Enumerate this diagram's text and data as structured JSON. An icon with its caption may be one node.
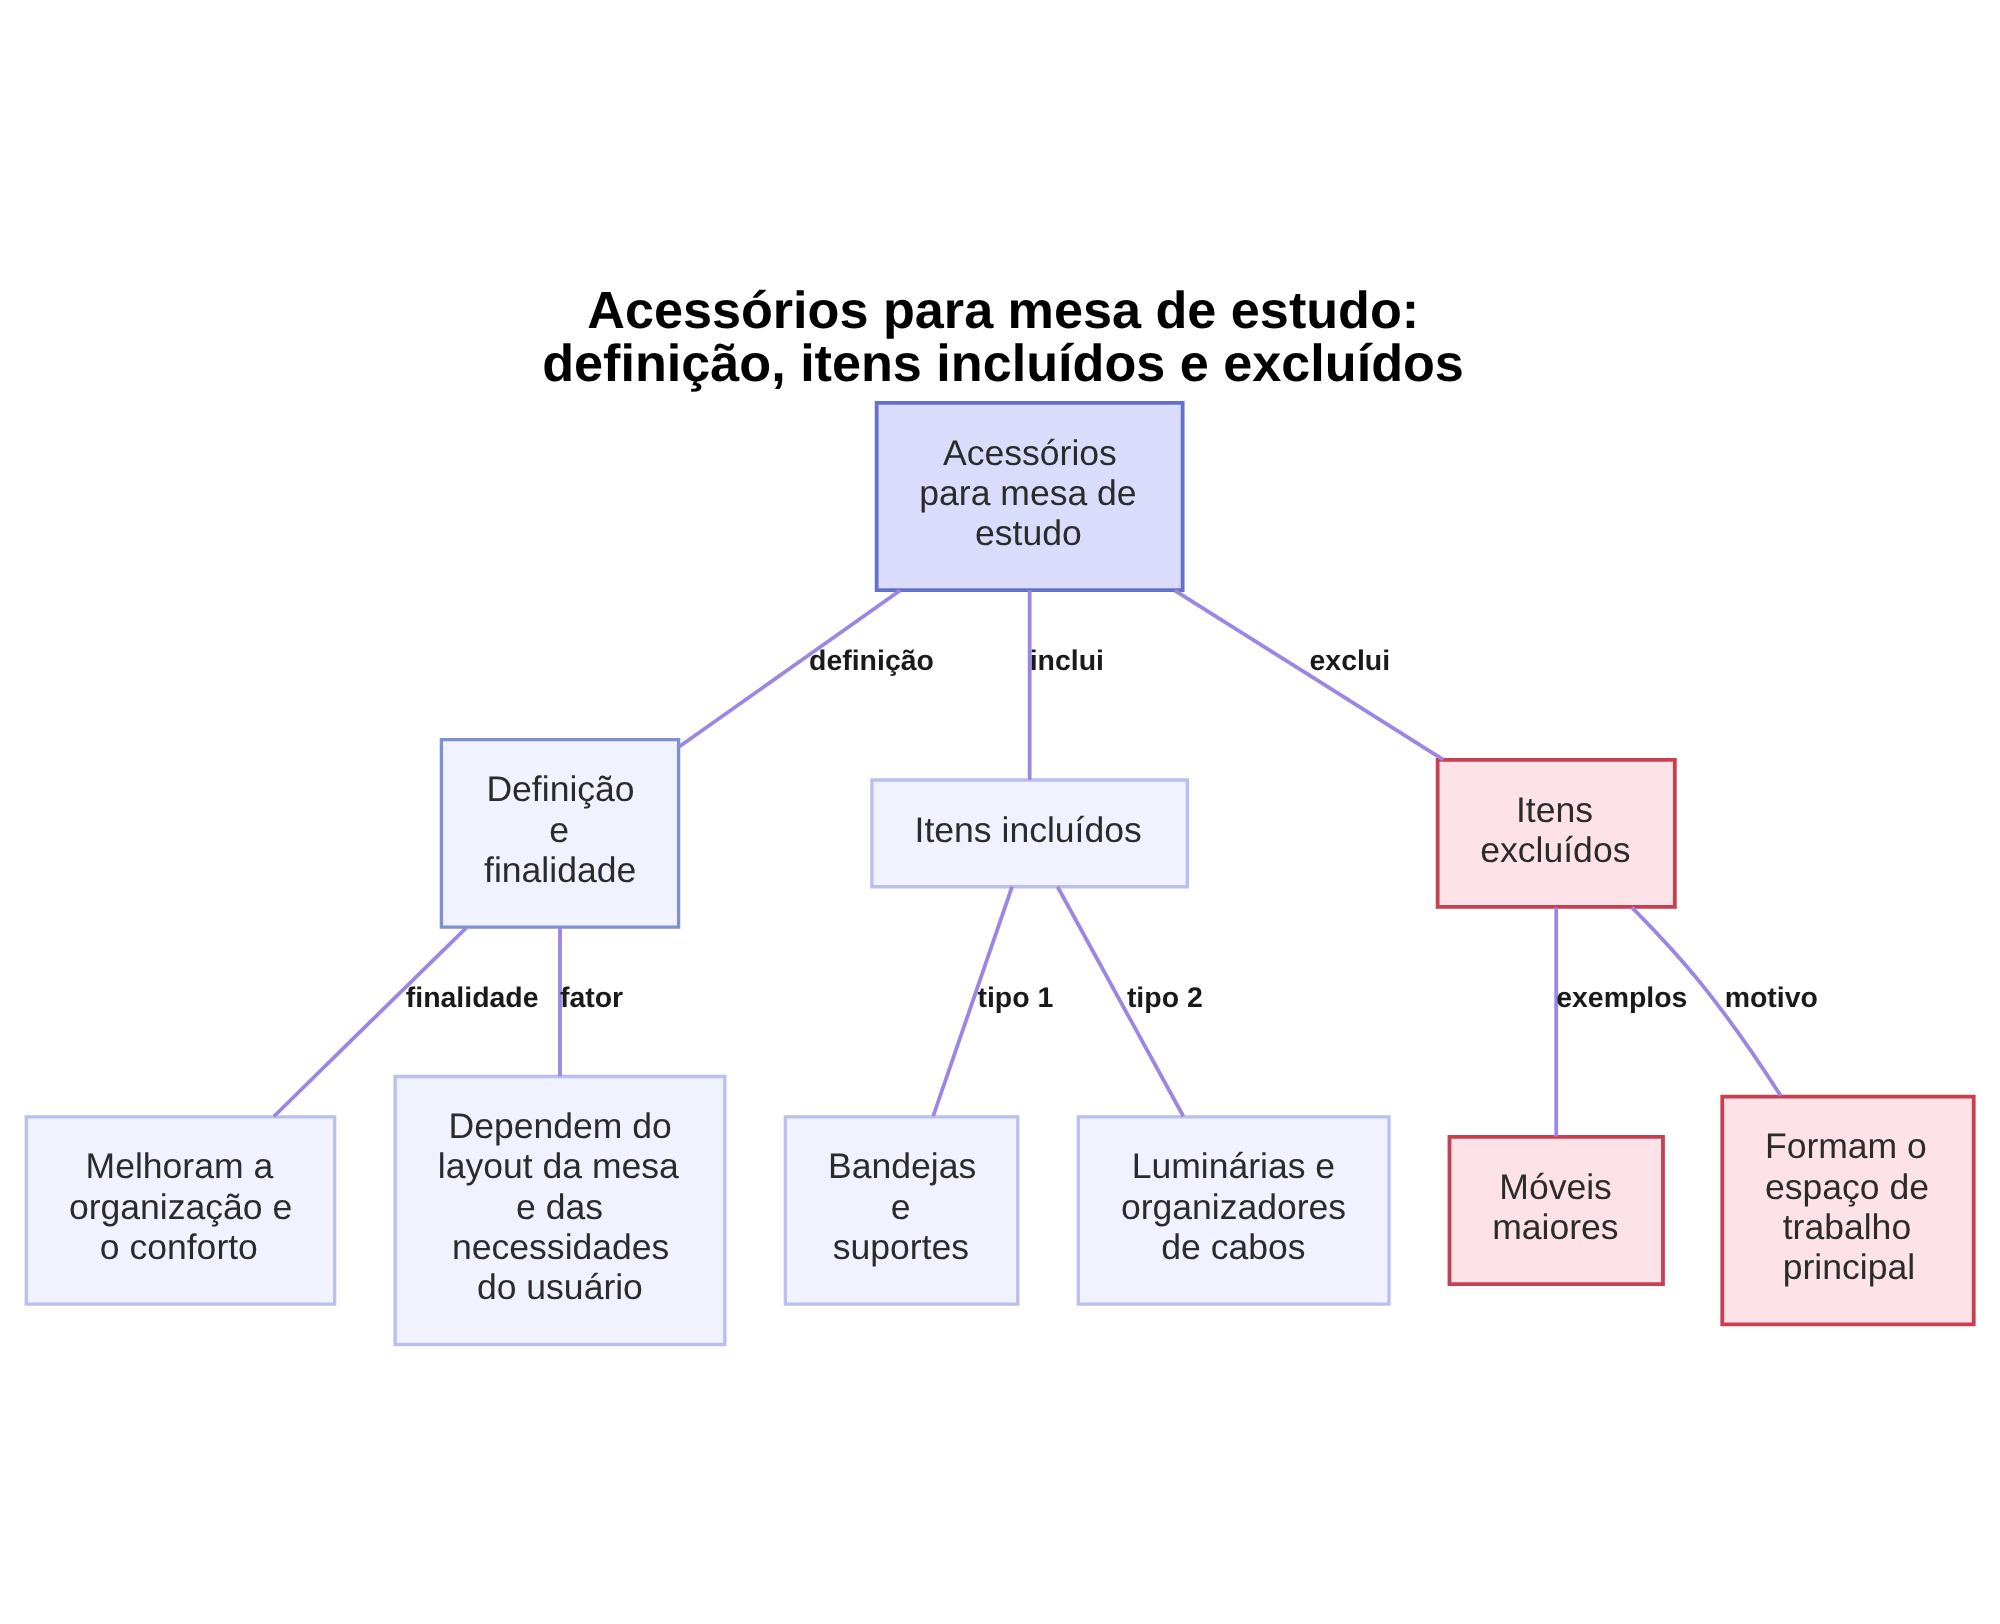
{
  "diagram": {
    "title": "Acessórios para mesa de estudo: definição, itens incluídos e excluídos",
    "nodes": [
      {
        "text": [
          "Acessórios para mesa de estudo"
        ]
      },
      {
        "text": [
          "Definição e finalidade"
        ]
      },
      {
        "text": [
          "Itens incluídos"
        ]
      },
      {
        "text": [
          "Itens excluídos"
        ]
      },
      {
        "text": [
          "Melhoram a organização e o conforto"
        ]
      },
      {
        "text": [
          "Dependem do layout da mesa e das necessidades do usuário"
        ]
      },
      {
        "text": [
          "Bandejas e suportes"
        ]
      },
      {
        "text": [
          "Luminárias e organizadores de cabos"
        ]
      },
      {
        "text": [
          "Móveis maiores"
        ]
      },
      {
        "text": [
          "Formam o espaço de trabalho principal"
        ]
      }
    ],
    "edges": [
      {
        "from": 0,
        "to": 1,
        "arrow": "none",
        "label": "definição"
      },
      {
        "from": 0,
        "to": 2,
        "arrow": "none",
        "label": "inclui"
      },
      {
        "from": 0,
        "to": 3,
        "arrow": "none",
        "label": "exclui"
      },
      {
        "from": 1,
        "to": 4,
        "arrow": "none",
        "label": "finalidade"
      },
      {
        "from": 1,
        "to": 5,
        "arrow": "none",
        "label": "fator"
      },
      {
        "from": 2,
        "to": 6,
        "arrow": "none",
        "label": "tipo 1"
      },
      {
        "from": 2,
        "to": 7,
        "arrow": "none",
        "label": "tipo 2"
      },
      {
        "from": 3,
        "to": 8,
        "arrow": "none",
        "label": "exemplos"
      },
      {
        "from": 3,
        "to": 9,
        "arrow": "none",
        "label": "motivo"
      }
    ]
  }
}
